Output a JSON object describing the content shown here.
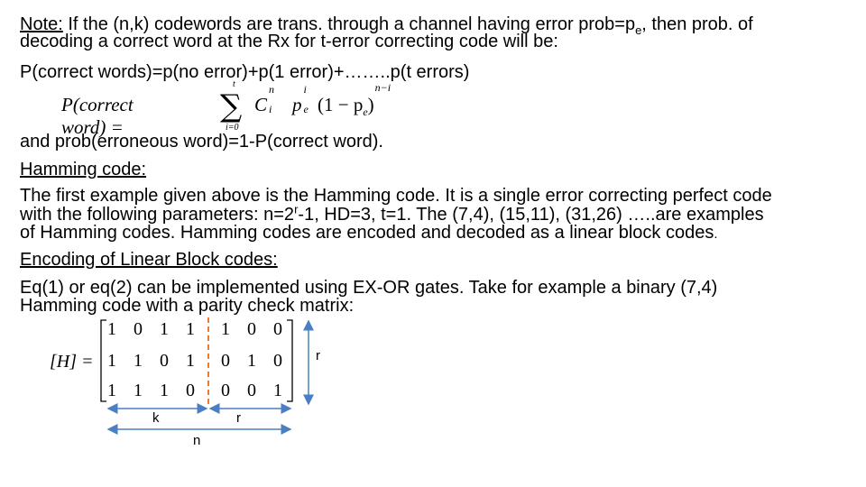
{
  "note": {
    "label": "Note:",
    "line1_a": " If the (n,k) codewords are trans. through a channel having error prob=p",
    "line1_sub": "e",
    "line1_b": ", then prob. of",
    "line2": "decoding a correct word at the Rx for t-error correcting code will be:"
  },
  "sum_line": "P(correct words)=p(no error)+p(1 error)+……..p(t errors)",
  "formula": {
    "lhs": "P(correct word) =",
    "upper": "t",
    "lower": "i=0",
    "C": "C",
    "C_sup": "n",
    "C_sub": "i",
    "p": "p",
    "p_sup": "i",
    "p_sub": "e",
    "paren": "(1 − p",
    "paren_sub": "e",
    "paren_close": ")",
    "exp": "n−i"
  },
  "erroneous": "and prob(erroneous word)=1-P(correct word).",
  "hamming_heading": "Hamming code:",
  "hamming_body": {
    "l1": "The first example given above is the Hamming code. It is a single error correcting perfect code",
    "l2_a": "with the following parameters: n=2",
    "l2_sup": "r",
    "l2_b": "-1, HD=3, t=1. The (7,4), (15,11), (31,26) …..are examples",
    "l3_a": "of Hamming codes. Hamming codes are encoded and decoded as a linear block codes",
    "l3_b": "."
  },
  "encoding_heading": "Encoding of Linear Block codes:",
  "encoding_body": {
    "l1": "Eq(1) or eq(2) can be implemented using EX-OR gates. Take for example a binary (7,4)",
    "l2": "Hamming code with a parity check matrix:"
  },
  "matrix": {
    "label": "[H] =",
    "rows": [
      [
        "1",
        "0",
        "1",
        "1",
        "1",
        "0",
        "0"
      ],
      [
        "1",
        "1",
        "0",
        "1",
        "0",
        "1",
        "0"
      ],
      [
        "1",
        "1",
        "1",
        "0",
        "0",
        "0",
        "1"
      ]
    ],
    "dim_k": "k",
    "dim_r_bottom": "r",
    "dim_n": "n",
    "dim_r_side": "r",
    "colors": {
      "divider": "#f07a2a",
      "arrow": "#4a7fc1"
    }
  }
}
